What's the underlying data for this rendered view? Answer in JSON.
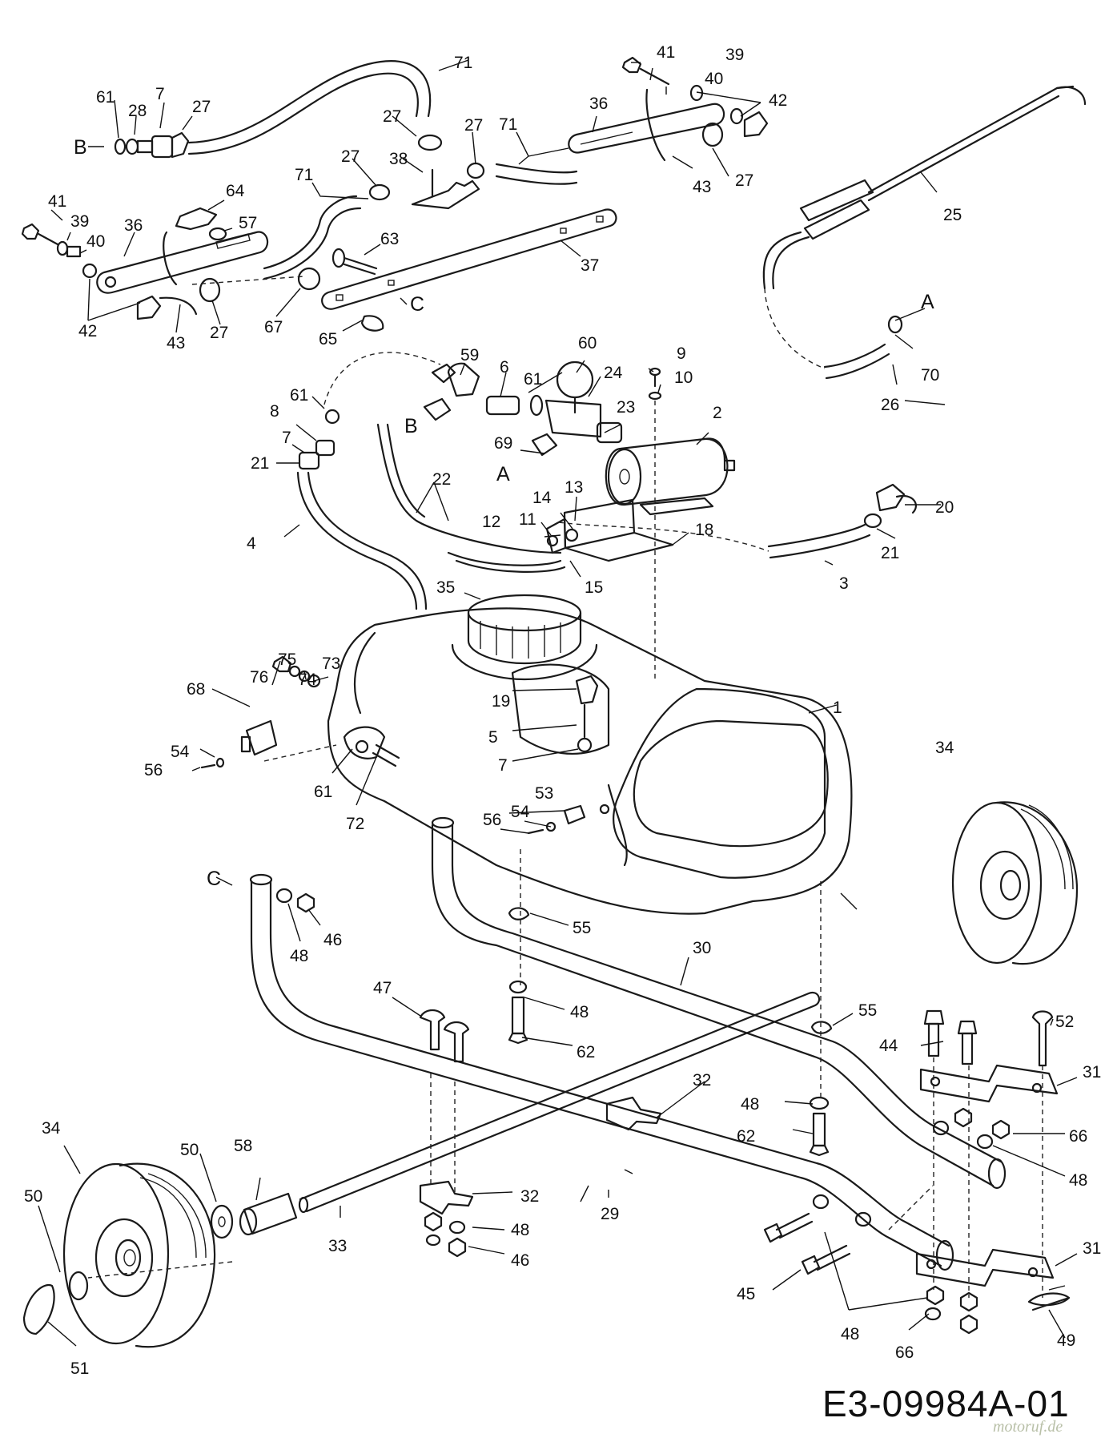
{
  "diagram_code": "E3-09984A-01",
  "watermark": "motoruf.de",
  "callouts": {
    "c1": "1",
    "c2": "2",
    "c3": "3",
    "c4": "4",
    "c5": "5",
    "c6": "6",
    "c7": "7",
    "c8": "8",
    "c9": "9",
    "c10": "10",
    "c11": "11",
    "c12": "12",
    "c13": "13",
    "c14": "14",
    "c15": "15",
    "c18": "18",
    "c19": "19",
    "c20": "20",
    "c21": "21",
    "c22": "22",
    "c23": "23",
    "c24": "24",
    "c25": "25",
    "c26": "26",
    "c27": "27",
    "c28": "28",
    "c29": "29",
    "c30": "30",
    "c31": "31",
    "c32": "32",
    "c33": "33",
    "c34": "34",
    "c35": "35",
    "c36": "36",
    "c37": "37",
    "c38": "38",
    "c39": "39",
    "c40": "40",
    "c41": "41",
    "c42": "42",
    "c43": "43",
    "c44": "44",
    "c45": "45",
    "c46": "46",
    "c47": "47",
    "c48": "48",
    "c49": "49",
    "c50": "50",
    "c51": "51",
    "c52": "52",
    "c53": "53",
    "c54": "54",
    "c55": "55",
    "c56": "56",
    "c57": "57",
    "c58": "58",
    "c59": "59",
    "c60": "60",
    "c61": "61",
    "c62": "62",
    "c63": "63",
    "c64": "64",
    "c65": "65",
    "c66": "66",
    "c67": "67",
    "c68": "68",
    "c69": "69",
    "c70": "70",
    "c71": "71",
    "c72": "72",
    "c73": "73",
    "c74": "74",
    "c75": "75",
    "c76": "76",
    "A": "A",
    "B": "B",
    "C": "C"
  }
}
